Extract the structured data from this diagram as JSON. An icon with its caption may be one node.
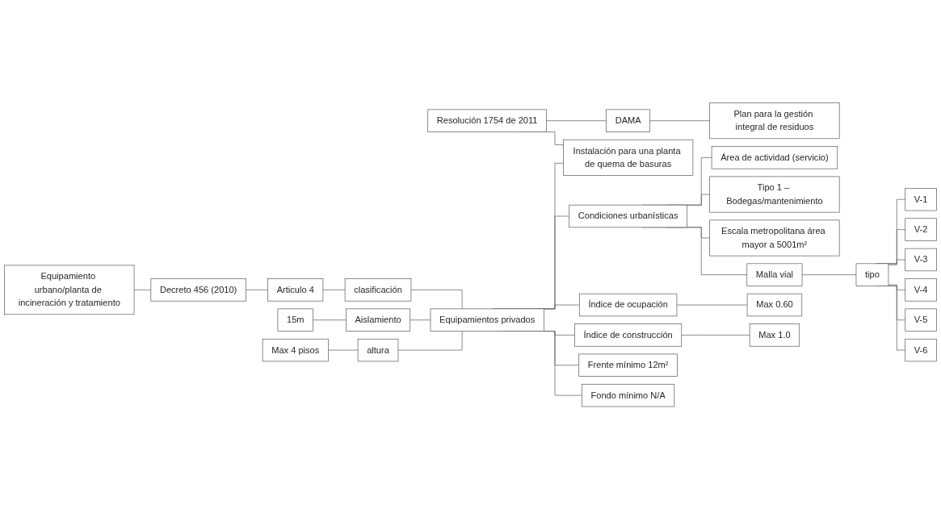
{
  "diagram": {
    "nodes": [
      {
        "text": [
          "Equipamiento urbano/planta de incineración y tratamiento"
        ]
      },
      {
        "text": [
          "Decreto 456 (2010)"
        ]
      },
      {
        "text": [
          "Articulo 4"
        ]
      },
      {
        "text": [
          "clasificación"
        ]
      },
      {
        "text": [
          "Equipamientos privados"
        ]
      },
      {
        "text": [
          "15m"
        ]
      },
      {
        "text": [
          "Aislamiento"
        ]
      },
      {
        "text": [
          "Max 4 pisos"
        ]
      },
      {
        "text": [
          "altura"
        ]
      },
      {
        "text": [
          "Resolución 1754 de 2011"
        ]
      },
      {
        "text": [
          "DAMA"
        ]
      },
      {
        "text": [
          "Plan para la gestión integral de residuos"
        ]
      },
      {
        "text": [
          "Instalación para una planta de quema de basuras"
        ]
      },
      {
        "text": [
          "Condiciones urbanísticas"
        ]
      },
      {
        "text": [
          "Área de actividad (servicio)"
        ]
      },
      {
        "text": [
          "Tipo 1 – Bodegas/mantenimiento"
        ]
      },
      {
        "text": [
          "Escala metropolitana área mayor a 5001m²"
        ]
      },
      {
        "text": [
          "Malla vial"
        ]
      },
      {
        "text": [
          "tipo"
        ]
      },
      {
        "text": [
          "V-1"
        ]
      },
      {
        "text": [
          "V-2"
        ]
      },
      {
        "text": [
          "V-3"
        ]
      },
      {
        "text": [
          "V-4"
        ]
      },
      {
        "text": [
          "V-5"
        ]
      },
      {
        "text": [
          "V-6"
        ]
      },
      {
        "text": [
          "Índice de ocupación"
        ]
      },
      {
        "text": [
          "Max 0.60"
        ]
      },
      {
        "text": [
          "Índice de construcción"
        ]
      },
      {
        "text": [
          "Max 1.0"
        ]
      },
      {
        "text": [
          "Frente mínimo 12m²"
        ]
      },
      {
        "text": [
          "Fondo mínimo N/A"
        ]
      }
    ],
    "edges": [
      {
        "from": 0,
        "to": 1,
        "arrow": "none"
      },
      {
        "from": 1,
        "to": 2,
        "arrow": "none"
      },
      {
        "from": 2,
        "to": 3,
        "arrow": "none"
      },
      {
        "from": 3,
        "to": 4,
        "arrow": "none"
      },
      {
        "from": 5,
        "to": 6,
        "arrow": "none"
      },
      {
        "from": 6,
        "to": 4,
        "arrow": "none"
      },
      {
        "from": 7,
        "to": 8,
        "arrow": "none"
      },
      {
        "from": 8,
        "to": 4,
        "arrow": "none"
      },
      {
        "from": 9,
        "to": 10,
        "arrow": "none"
      },
      {
        "from": 10,
        "to": 11,
        "arrow": "none"
      },
      {
        "from": 9,
        "to": 12,
        "arrow": "none"
      },
      {
        "from": 4,
        "to": 12,
        "arrow": "none"
      },
      {
        "from": 4,
        "to": 13,
        "arrow": "none"
      },
      {
        "from": 4,
        "to": 25,
        "arrow": "none"
      },
      {
        "from": 4,
        "to": 27,
        "arrow": "none"
      },
      {
        "from": 4,
        "to": 29,
        "arrow": "none"
      },
      {
        "from": 4,
        "to": 30,
        "arrow": "none"
      },
      {
        "from": 13,
        "to": 14,
        "arrow": "none"
      },
      {
        "from": 13,
        "to": 15,
        "arrow": "none"
      },
      {
        "from": 13,
        "to": 16,
        "arrow": "none"
      },
      {
        "from": 13,
        "to": 17,
        "arrow": "none"
      },
      {
        "from": 17,
        "to": 18,
        "arrow": "none"
      },
      {
        "from": 18,
        "to": 19,
        "arrow": "none"
      },
      {
        "from": 18,
        "to": 20,
        "arrow": "none"
      },
      {
        "from": 18,
        "to": 21,
        "arrow": "none"
      },
      {
        "from": 18,
        "to": 22,
        "arrow": "none"
      },
      {
        "from": 18,
        "to": 23,
        "arrow": "none"
      },
      {
        "from": 18,
        "to": 24,
        "arrow": "none"
      },
      {
        "from": 25,
        "to": 26,
        "arrow": "none"
      },
      {
        "from": 27,
        "to": 28,
        "arrow": "none"
      }
    ]
  }
}
